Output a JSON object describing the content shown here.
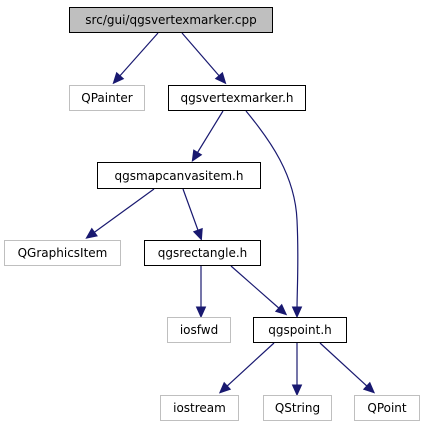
{
  "graph": {
    "edge_color": "#191970",
    "root_fill": "#bfbfbf",
    "external_border": "#bfbfbf",
    "nodes": [
      {
        "id": "n_root",
        "label": "src/gui/qgsvertexmarker.cpp",
        "kind": "root"
      },
      {
        "id": "n_qpainter",
        "label": "QPainter",
        "kind": "external"
      },
      {
        "id": "n_vertexmarker_h",
        "label": "qgsvertexmarker.h",
        "kind": "internal"
      },
      {
        "id": "n_mapcanvasitem_h",
        "label": "qgsmapcanvasitem.h",
        "kind": "internal"
      },
      {
        "id": "n_qgraphicsitem",
        "label": "QGraphicsItem",
        "kind": "external"
      },
      {
        "id": "n_rectangle_h",
        "label": "qgsrectangle.h",
        "kind": "internal"
      },
      {
        "id": "n_iosfwd",
        "label": "iosfwd",
        "kind": "external"
      },
      {
        "id": "n_point_h",
        "label": "qgspoint.h",
        "kind": "internal"
      },
      {
        "id": "n_iostream",
        "label": "iostream",
        "kind": "external"
      },
      {
        "id": "n_qstring",
        "label": "QString",
        "kind": "external"
      },
      {
        "id": "n_qpoint",
        "label": "QPoint",
        "kind": "external"
      }
    ],
    "edges": [
      {
        "from": "n_root",
        "to": "n_qpainter"
      },
      {
        "from": "n_root",
        "to": "n_vertexmarker_h"
      },
      {
        "from": "n_vertexmarker_h",
        "to": "n_mapcanvasitem_h"
      },
      {
        "from": "n_vertexmarker_h",
        "to": "n_point_h"
      },
      {
        "from": "n_mapcanvasitem_h",
        "to": "n_qgraphicsitem"
      },
      {
        "from": "n_mapcanvasitem_h",
        "to": "n_rectangle_h"
      },
      {
        "from": "n_rectangle_h",
        "to": "n_iosfwd"
      },
      {
        "from": "n_rectangle_h",
        "to": "n_point_h"
      },
      {
        "from": "n_point_h",
        "to": "n_iostream"
      },
      {
        "from": "n_point_h",
        "to": "n_qstring"
      },
      {
        "from": "n_point_h",
        "to": "n_qpoint"
      }
    ]
  }
}
